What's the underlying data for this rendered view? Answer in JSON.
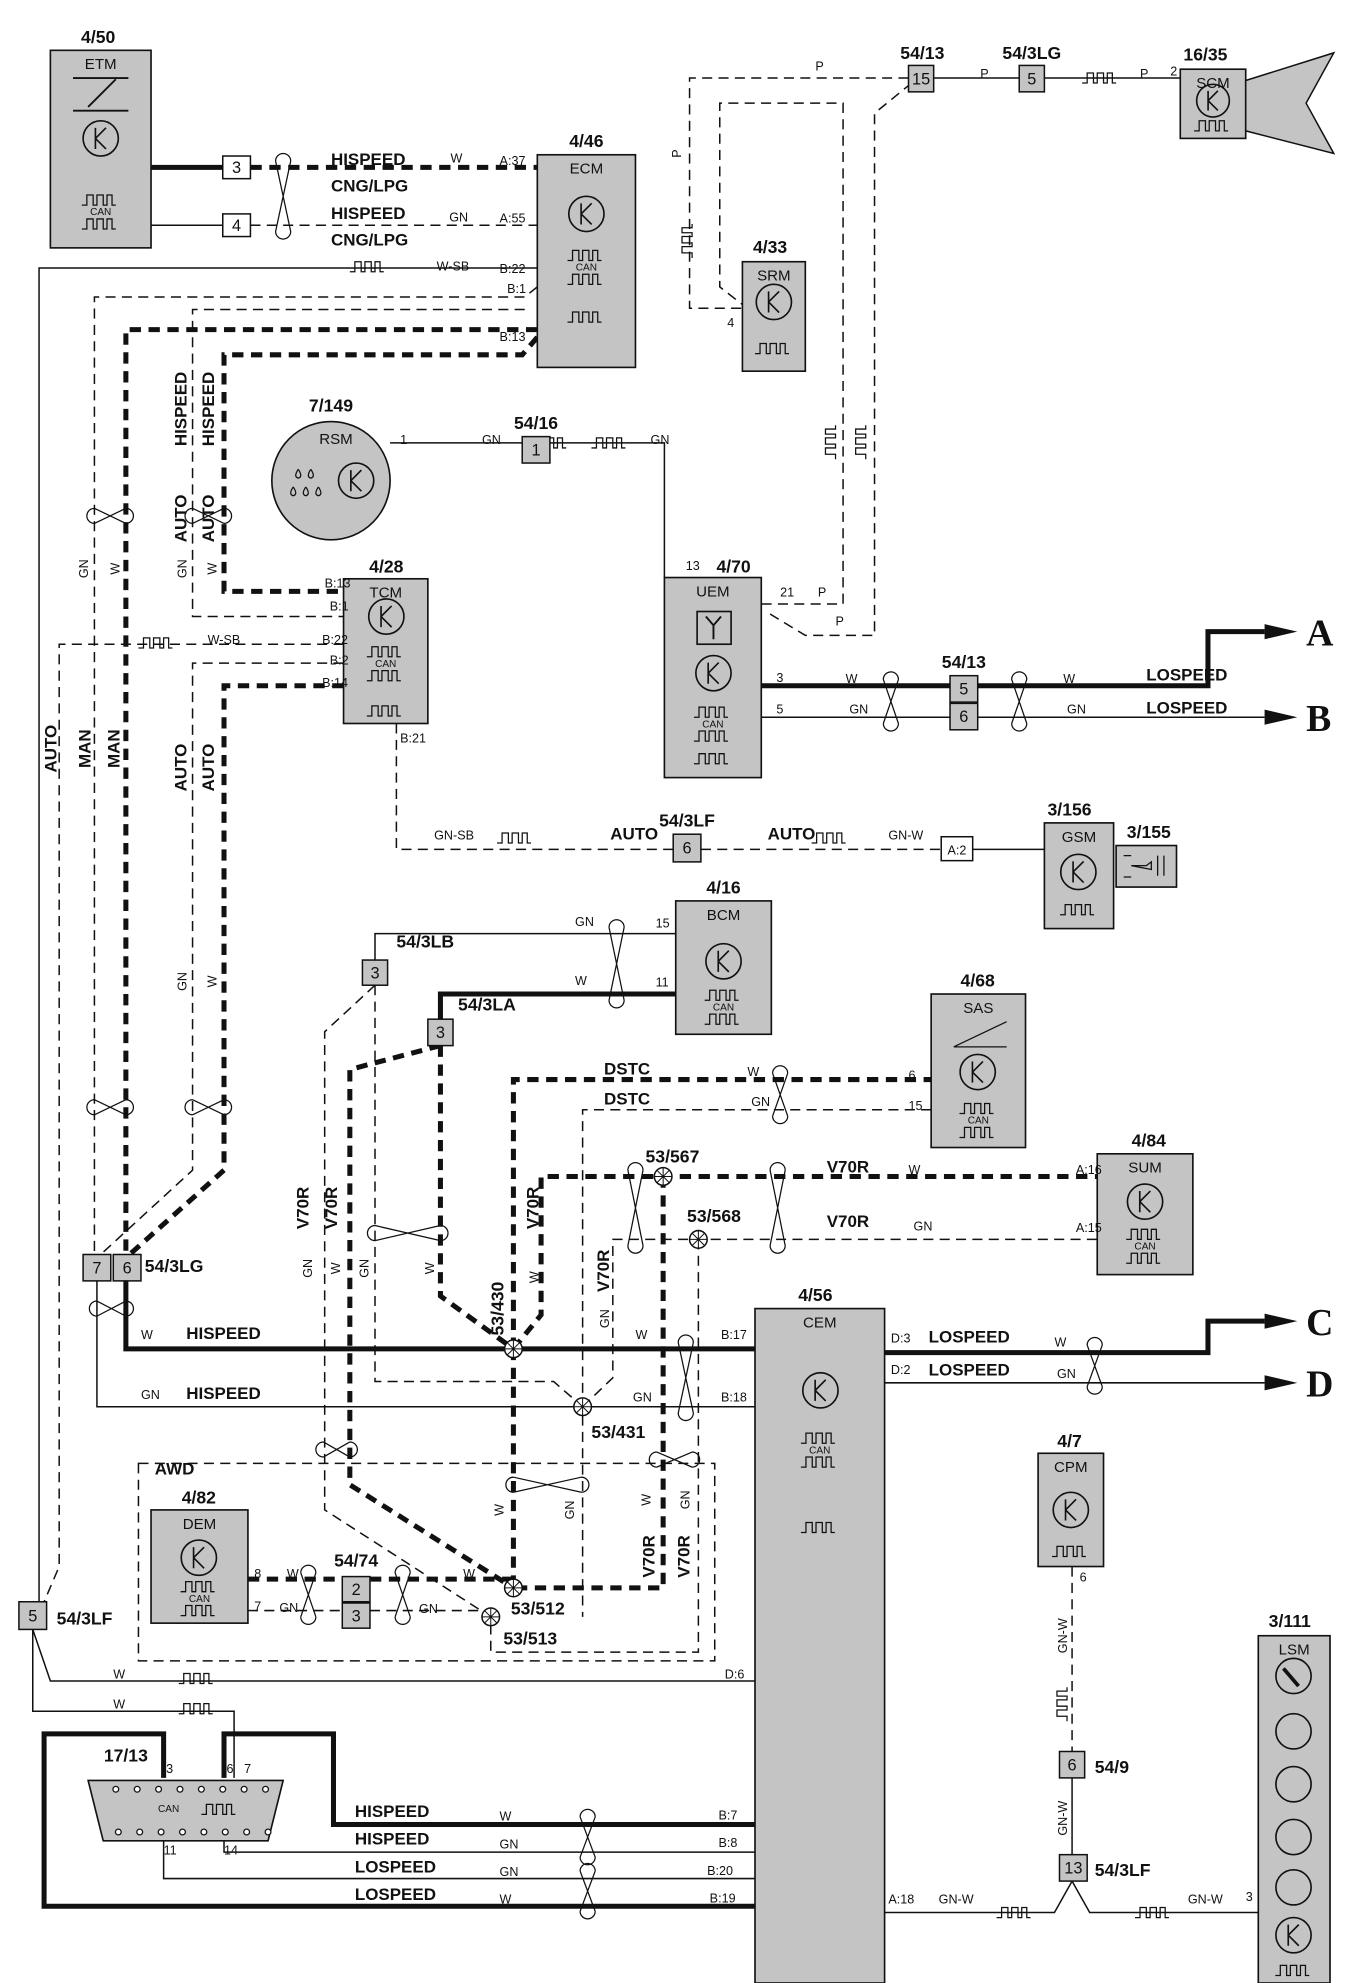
{
  "components": {
    "etm": {
      "ref": "4/50",
      "name": "ETM"
    },
    "ecm": {
      "ref": "4/46",
      "name": "ECM"
    },
    "scm": {
      "ref": "16/35",
      "name": "SCM"
    },
    "srm": {
      "ref": "4/33",
      "name": "SRM"
    },
    "rsm": {
      "ref": "7/149",
      "name": "RSM"
    },
    "tcm": {
      "ref": "4/28",
      "name": "TCM"
    },
    "uem": {
      "ref": "4/70",
      "name": "UEM"
    },
    "gsm": {
      "ref": "3/156",
      "name": "GSM"
    },
    "gear_switch": {
      "ref": "3/155",
      "name": ""
    },
    "bcm": {
      "ref": "4/16",
      "name": "BCM"
    },
    "sas": {
      "ref": "4/68",
      "name": "SAS"
    },
    "sum": {
      "ref": "4/84",
      "name": "SUM"
    },
    "cem": {
      "ref": "4/56",
      "name": "CEM"
    },
    "dem": {
      "ref": "4/82",
      "name": "DEM"
    },
    "cpm": {
      "ref": "4/7",
      "name": "CPM"
    },
    "lsm": {
      "ref": "3/111",
      "name": "LSM"
    },
    "obd": {
      "ref": "17/13",
      "name": ""
    }
  },
  "can_label": "CAN",
  "region_label": "AWD",
  "off_page": [
    "A",
    "B",
    "C",
    "D"
  ],
  "connectors": [
    {
      "ref": "",
      "pins": [
        "3"
      ]
    },
    {
      "ref": "",
      "pins": [
        "4"
      ]
    },
    {
      "ref": "54/13",
      "pins": [
        "15"
      ]
    },
    {
      "ref": "54/3LG",
      "pins": [
        "5"
      ]
    },
    {
      "ref": "54/16",
      "pins": [
        "1"
      ]
    },
    {
      "ref": "54/13",
      "pins": [
        "5",
        "6"
      ]
    },
    {
      "ref": "54/3LF",
      "pins": [
        "6"
      ]
    },
    {
      "ref": "",
      "pins": [
        "A:2"
      ]
    },
    {
      "ref": "54/3LB",
      "pins": [
        "3"
      ]
    },
    {
      "ref": "54/3LA",
      "pins": [
        "3"
      ]
    },
    {
      "ref": "54/3LG",
      "pins": [
        "7",
        "6"
      ]
    },
    {
      "ref": "54/3LF",
      "pins": [
        "5"
      ]
    },
    {
      "ref": "54/74",
      "pins": [
        "2",
        "3"
      ]
    },
    {
      "ref": "54/9",
      "pins": [
        "6"
      ]
    },
    {
      "ref": "54/3LF",
      "pins": [
        "13"
      ]
    }
  ],
  "splices": [
    "53/430",
    "53/431",
    "53/567",
    "53/568",
    "53/512",
    "53/513"
  ],
  "labels": [
    "HISPEED",
    "W",
    "A:37",
    "CNG/LPG",
    "HISPEED",
    "GN",
    "A:55",
    "CNG/LPG",
    "W-SB",
    "B:22",
    "B:1",
    "B:13",
    "P",
    "P",
    "P",
    "P",
    "2",
    "4",
    "HISPEED",
    "HISPEED",
    "AUTO",
    "AUTO",
    "GN",
    "W",
    "GN",
    "W",
    "1",
    "GN",
    "GN",
    "13",
    "21",
    "P",
    "P",
    "3",
    "W",
    "W",
    "LOSPEED",
    "5",
    "GN",
    "GN",
    "LOSPEED",
    "B:13",
    "B:1",
    "B:22",
    "B:2",
    "B:14",
    "B:21",
    "W-SB",
    "GN-SB",
    "AUTO",
    "AUTO",
    "GN-W",
    "AUTO",
    "MAN",
    "MAN",
    "AUTO",
    "AUTO",
    "GN",
    "W",
    "GN",
    "15",
    "W",
    "11",
    "DSTC",
    "W",
    "6",
    "DSTC",
    "GN",
    "15",
    "V70R",
    "W",
    "A:16",
    "V70R",
    "GN",
    "A:15",
    "V70R",
    "V70R",
    "GN",
    "W",
    "GN",
    "W",
    "V70R",
    "W",
    "V70R",
    "GN",
    "W",
    "HISPEED",
    "W",
    "B:17",
    "GN",
    "HISPEED",
    "GN",
    "B:18",
    "D:3",
    "LOSPEED",
    "W",
    "D:2",
    "LOSPEED",
    "GN",
    "8",
    "W",
    "7",
    "GN",
    "GN",
    "W",
    "W",
    "GN",
    "W",
    "GN",
    "V70R",
    "V70R",
    "W",
    "D:6",
    "W",
    "3",
    "6",
    "7",
    "11",
    "14",
    "HISPEED",
    "W",
    "B:7",
    "HISPEED",
    "GN",
    "B:8",
    "LOSPEED",
    "GN",
    "B:20",
    "LOSPEED",
    "W",
    "B:19",
    "6",
    "GN-W",
    "GN-W",
    "A:18",
    "GN-W",
    "GN-W",
    "3"
  ],
  "colors": {
    "line": "#111111",
    "module_fill": "#c4c4c4",
    "background": "#ffffff"
  }
}
